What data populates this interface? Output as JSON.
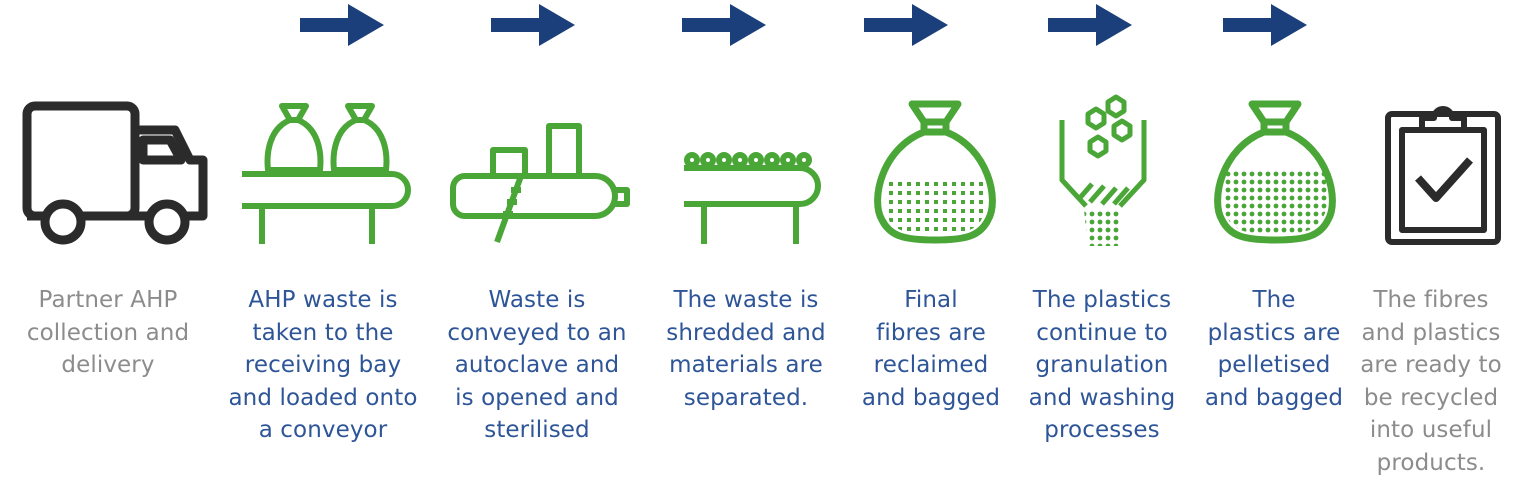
{
  "colors": {
    "arrow": "#1b3f7a",
    "icon_green": "#4aa637",
    "icon_dark": "#2b2b2b",
    "text_grey": "#8c8c8c",
    "text_blue": "#2e5598"
  },
  "steps": [
    {
      "icon": "truck-icon",
      "caption": "Partner AHP\ncollection and\ndelivery"
    },
    {
      "icon": "bags-on-conveyor-icon",
      "caption": "AHP waste is\ntaken to the\nreceiving bay\nand loaded onto\na conveyor"
    },
    {
      "icon": "autoclave-icon",
      "caption": "Waste is\nconveyed to an\nautoclave and\nis opened and\nsterilised"
    },
    {
      "icon": "shredder-conveyor-icon",
      "caption": "The waste is\nshredded and\nmaterials are\nseparated."
    },
    {
      "icon": "fibre-bag-icon",
      "caption": "Final\nfibres are\nreclaimed\nand bagged"
    },
    {
      "icon": "granulator-icon",
      "caption": "The plastics\ncontinue to\ngranulation\nand washing\nprocesses"
    },
    {
      "icon": "pellet-bag-icon",
      "caption": "The\nplastics are\npelletised\nand bagged"
    },
    {
      "icon": "clipboard-check-icon",
      "caption": "The fibres\nand plastics\nare ready to\nbe recycled\ninto useful\nproducts."
    }
  ]
}
